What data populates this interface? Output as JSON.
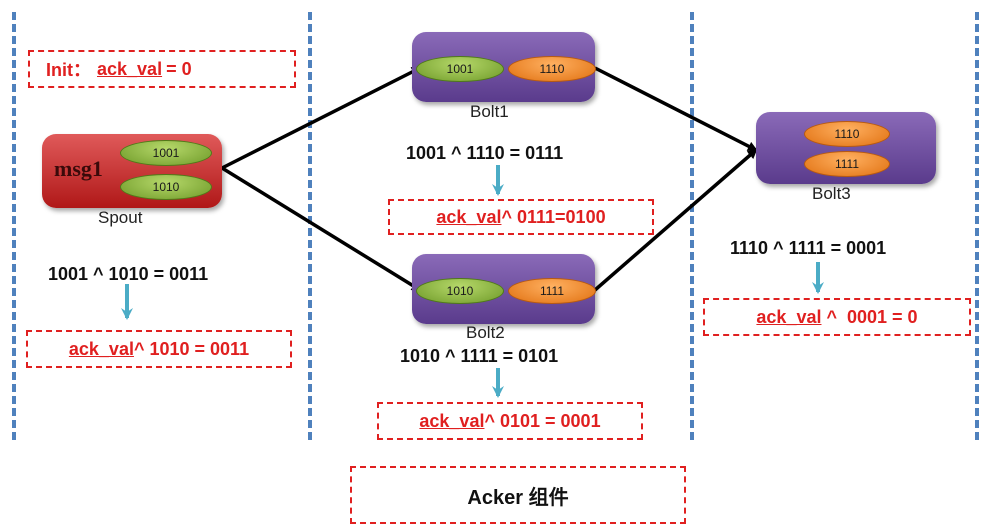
{
  "init": {
    "label": "Init：",
    "var": "ack_val",
    "rest": "= 0"
  },
  "spout": {
    "msg": "msg1",
    "tuple1": "1001",
    "tuple2": "1010",
    "label": "Spout"
  },
  "bolt1": {
    "tuple1": "1001",
    "tuple2": "1110",
    "label": "Bolt1"
  },
  "bolt2": {
    "tuple1": "1010",
    "tuple2": "1111",
    "label": "Bolt2"
  },
  "bolt3": {
    "tuple1": "1110",
    "tuple2": "1111",
    "label": "Bolt3"
  },
  "spout_calc": {
    "eq": "1001 ^ 1010 = 0011",
    "var": "ack_val",
    "rest": "^ 1010 = 0011"
  },
  "bolt1_calc": {
    "eq": "1001 ^ 1110 = 0111",
    "var": "ack_val",
    "rest": "^ 0111=0100"
  },
  "bolt2_calc": {
    "eq": "1010 ^ 1111 = 0101",
    "var": "ack_val",
    "rest": "^ 0101 = 0001"
  },
  "bolt3_calc": {
    "eq": "1110 ^ 1111 = 0001",
    "var": "ack_val",
    "rest": " ^  0001 = 0"
  },
  "footer": {
    "label": "Acker 组件"
  },
  "colors": {
    "dash_line": "#4f81bd",
    "box_border": "#e02020",
    "down_arrow": "#4bacc6",
    "spout": "#c0282b",
    "bolt": "#6a4a9c"
  }
}
